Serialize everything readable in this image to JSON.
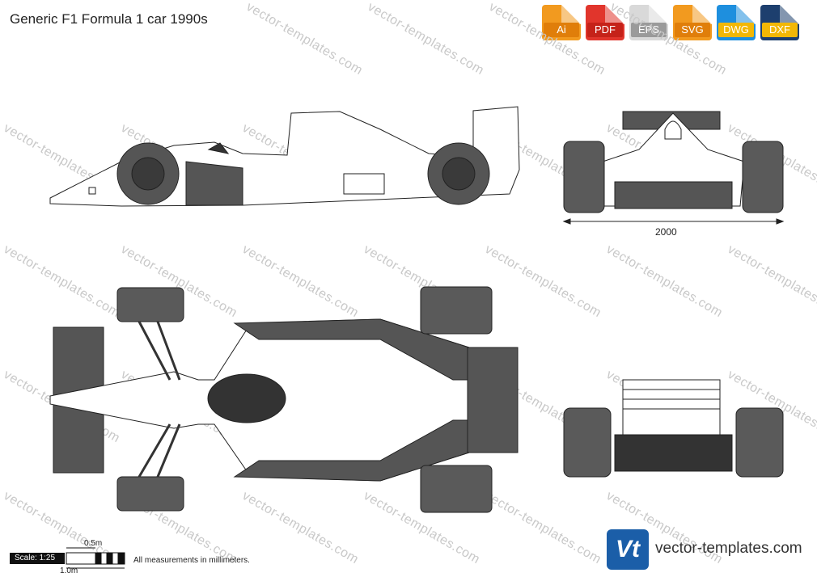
{
  "title": "Generic F1 Formula 1 car 1990s",
  "formats": [
    {
      "label": "Ai",
      "color": "#f29a1f",
      "tag": "#e07e0a"
    },
    {
      "label": "PDF",
      "color": "#e1352c",
      "tag": "#c52219"
    },
    {
      "label": "EPS",
      "color": "#d9d9d9",
      "tag": "#9a9a9a"
    },
    {
      "label": "SVG",
      "color": "#f29a1f",
      "tag": "#e07e0a"
    },
    {
      "label": "DWG",
      "color": "#1e8fde",
      "tag": "#f2b705"
    },
    {
      "label": "DXF",
      "color": "#1d3f6e",
      "tag": "#f2b705"
    }
  ],
  "watermark": "vector-templates.com",
  "dimension_label": "2000",
  "scale": {
    "label": "Scale: 1:25",
    "half_meter": "0.5m",
    "one_meter": "1.0m"
  },
  "note": "All measurements in millimeters.",
  "logo": {
    "badge": "Vt",
    "text": "vector-templates.com"
  },
  "colors": {
    "body": "#ffffff",
    "dark": "#555555",
    "tyre": "#5a5a5a",
    "line": "#222222"
  }
}
